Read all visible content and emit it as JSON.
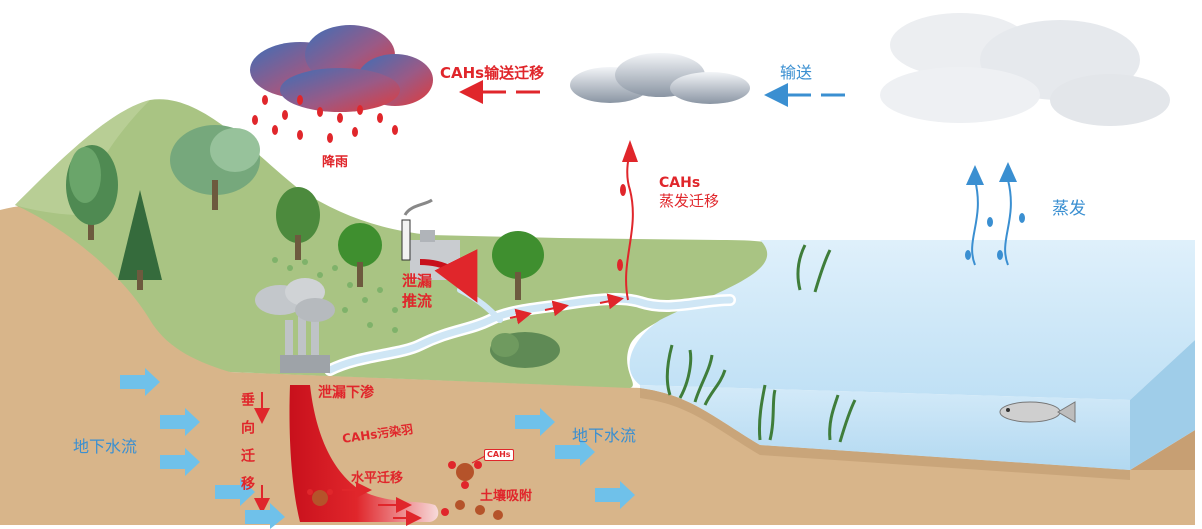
{
  "labels": {
    "cahs_transport": "CAHs输送迁移",
    "transport": "输送",
    "rain": "降雨",
    "cahs_evap_line1": "CAHs",
    "cahs_evap_line2": "蒸发迁移",
    "evaporation": "蒸发",
    "leak_runoff_line1": "泄漏",
    "leak_runoff_line2": "推流",
    "leak_infiltration": "泄漏下渗",
    "vertical_migration": "垂向迁移",
    "plume": "CAHs污染羽",
    "horizontal_migration": "水平迁移",
    "groundwater_left": "地下水流",
    "groundwater_right": "地下水流",
    "soil_adsorption": "土壤吸附",
    "cahs_tag": "CAHs"
  },
  "colors": {
    "contaminant_red": "#e0262b",
    "water_blue": "#3a8fd1",
    "grass_green": "#a9c483",
    "soil_tan": "#d8b58a",
    "lake_blue": "#bfe0f5"
  }
}
